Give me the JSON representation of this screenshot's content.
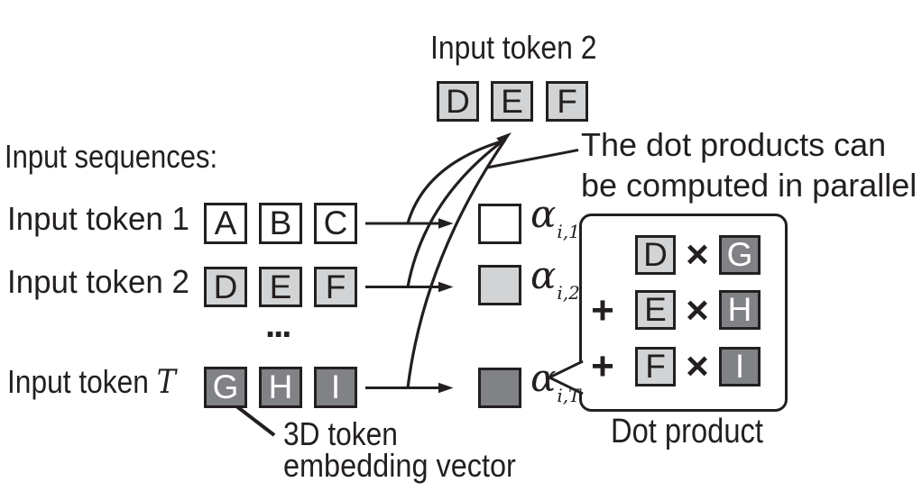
{
  "figure": {
    "background": "#ffffff",
    "ink": "#231f20",
    "colors": {
      "white_fill": "#ffffff",
      "light_gray": "#d1d3d4",
      "dark_gray": "#808285"
    },
    "top_group": {
      "label": "Input token 2",
      "tokens": [
        "D",
        "E",
        "F"
      ]
    },
    "left_heading": "Input sequences:",
    "rows": [
      {
        "label_prefix": "Input token",
        "label_index": "1",
        "tokens": [
          "A",
          "B",
          "C"
        ],
        "alpha": "α",
        "alpha_sub": "i,1"
      },
      {
        "label_prefix": "Input token",
        "label_index": "2",
        "tokens": [
          "D",
          "E",
          "F"
        ],
        "alpha": "α",
        "alpha_sub": "i,2"
      },
      {
        "label_prefix": "Input token",
        "label_index": "T",
        "tokens": [
          "G",
          "H",
          "I"
        ],
        "alpha": "α",
        "alpha_sub": "i,T"
      }
    ],
    "ellipsis": "...",
    "parallel_note": {
      "line1": "The dot products can",
      "line2": "be computed in parallel"
    },
    "embedding_note": {
      "line1": "3D token",
      "line2": "embedding vector"
    },
    "dot_product": {
      "caption": "Dot product",
      "rows": [
        {
          "plus": "",
          "left": "D",
          "times": "×",
          "right": "G"
        },
        {
          "plus": "+",
          "left": "E",
          "times": "×",
          "right": "H"
        },
        {
          "plus": "+",
          "left": "F",
          "times": "×",
          "right": "I"
        }
      ]
    }
  }
}
